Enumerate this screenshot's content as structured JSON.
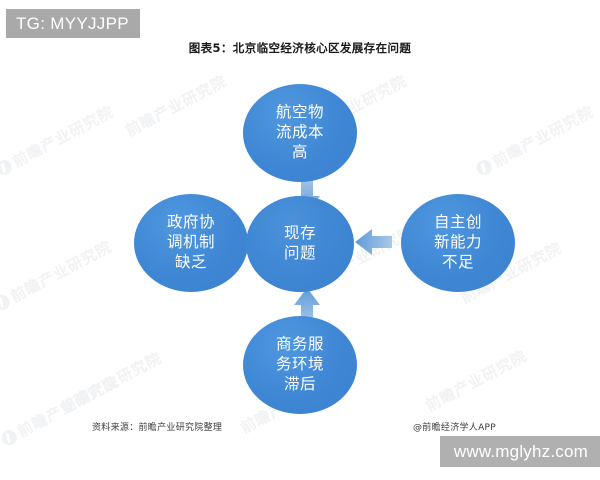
{
  "overlay": {
    "tg_badge": "TG: MYYJJPP",
    "url_banner": "www.mglyhz.com"
  },
  "chart": {
    "title": "图表5：北京临空经济核心区发展存在问题",
    "source_note": "资料来源：前瞻产业研究院整理",
    "app_note": "@前瞻经济学人APP",
    "watermark_text": "前瞻产业研究院"
  },
  "chart_data": {
    "type": "diagram",
    "title": "图表5：北京临空经济核心区发展存在问题",
    "layout": "hub-and-spoke",
    "center": {
      "id": "center",
      "label": "现存问题",
      "lines": [
        "现存",
        "问题"
      ],
      "color": "#3f86d3"
    },
    "nodes": [
      {
        "id": "top",
        "position": "top",
        "label": "航空物流成本高",
        "lines": [
          "航空物",
          "流成本",
          "高"
        ],
        "color": "#3f87d4",
        "arrow": "down"
      },
      {
        "id": "left",
        "position": "left",
        "label": "政府协调机制缺乏",
        "lines": [
          "政府协",
          "调机制",
          "缺乏"
        ],
        "color": "#3f87d4",
        "arrow": "right"
      },
      {
        "id": "right",
        "position": "right",
        "label": "自主创新能力不足",
        "lines": [
          "自主创",
          "新能力",
          "不足"
        ],
        "color": "#3f87d4",
        "arrow": "left"
      },
      {
        "id": "bottom",
        "position": "bottom",
        "label": "商务服务环境滞后",
        "lines": [
          "商务服",
          "务环境",
          "滞后"
        ],
        "color": "#3f87d4",
        "arrow": "up"
      }
    ],
    "edges": [
      {
        "from": "top",
        "to": "center",
        "direction": "down"
      },
      {
        "from": "left",
        "to": "center",
        "direction": "right"
      },
      {
        "from": "right",
        "to": "center",
        "direction": "left"
      },
      {
        "from": "bottom",
        "to": "center",
        "direction": "up"
      }
    ],
    "colors": {
      "node_blue": "#3f87d4",
      "center_blue": "#3f86d3",
      "arrow_blue": "#7fadde",
      "text": "#ffffff",
      "background": "#ffffff",
      "badge_gray": "#a9a9a9",
      "banner_gray": "#b0b0b0"
    }
  }
}
